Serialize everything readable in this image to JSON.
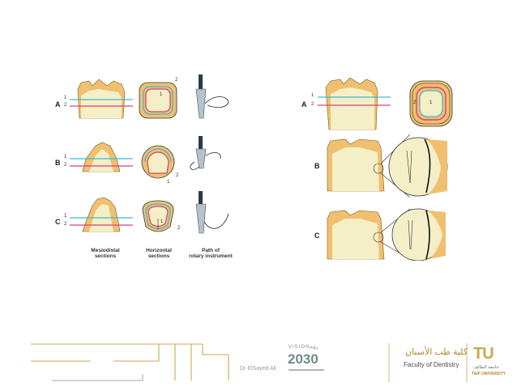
{
  "left_figure": {
    "rows": [
      "A",
      "B",
      "C"
    ],
    "line_numbers": [
      "1",
      "2"
    ],
    "captions": {
      "mesiodistal": [
        "Mesiodistal",
        "sections"
      ],
      "horizontal": [
        "Horizontal",
        "sections"
      ],
      "path": [
        "Path of",
        "rotary instrument"
      ]
    }
  },
  "right_figure": {
    "rows": [
      "A",
      "B",
      "C"
    ],
    "line_numbers": [
      "1",
      "2"
    ]
  },
  "footer": {
    "credit": "Dr ElSayed Ali",
    "vision_logo": {
      "latin": "VISION",
      "arabic": "رؤية",
      "year": "2030"
    },
    "faculty_logo": {
      "arabic": "كلية طب الأسنان",
      "english": "Faculty of Dentistry",
      "monogram": "TU",
      "university_arabic": "جامعة الطائف",
      "university_english": "TAIF UNIVERSITY"
    }
  },
  "colors": {
    "enamel": "#f0c070",
    "dentin": "#f4efc6",
    "cyan_line": "#3fb6d6",
    "magenta_line": "#d8407a",
    "panel_bg": "#ffffff",
    "gold_accent": "#c9a84c"
  }
}
